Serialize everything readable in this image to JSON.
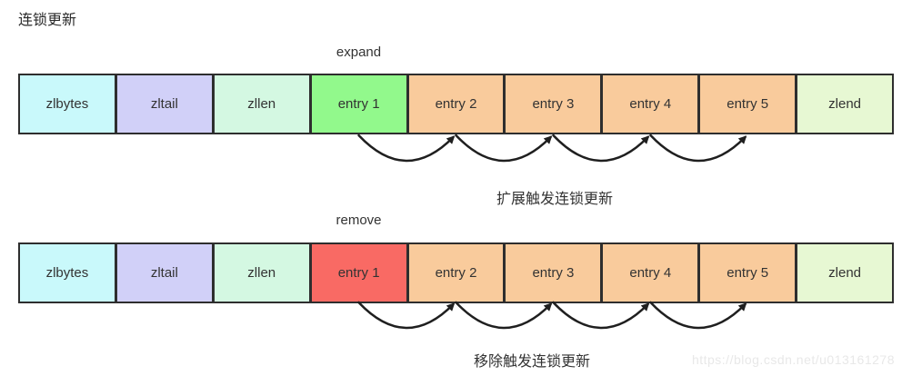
{
  "page": {
    "title": "连锁更新",
    "watermark": "https://blog.csdn.net/u013161278"
  },
  "colors": {
    "border": "#2e2e2e",
    "arrow": "#1f1f1f",
    "zlbytes": "#c9f9fb",
    "zltail": "#d1d0f8",
    "zllen": "#d4f8e2",
    "entry_expand": "#92f98c",
    "entry_remove": "#f96a64",
    "entry_default": "#f9cb9c",
    "zlend": "#e7f8d3"
  },
  "rows": [
    {
      "label": "expand",
      "caption": "扩展触发连锁更新",
      "cells": [
        {
          "label": "zlbytes",
          "color": "#c9f9fb"
        },
        {
          "label": "zltail",
          "color": "#d1d0f8"
        },
        {
          "label": "zllen",
          "color": "#d4f8e2"
        },
        {
          "label": "entry 1",
          "color": "#92f98c"
        },
        {
          "label": "entry 2",
          "color": "#f9cb9c"
        },
        {
          "label": "entry 3",
          "color": "#f9cb9c"
        },
        {
          "label": "entry 4",
          "color": "#f9cb9c"
        },
        {
          "label": "entry 5",
          "color": "#f9cb9c"
        },
        {
          "label": "zlend",
          "color": "#e7f8d3"
        }
      ]
    },
    {
      "label": "remove",
      "caption": "移除触发连锁更新",
      "cells": [
        {
          "label": "zlbytes",
          "color": "#c9f9fb"
        },
        {
          "label": "zltail",
          "color": "#d1d0f8"
        },
        {
          "label": "zllen",
          "color": "#d4f8e2"
        },
        {
          "label": "entry 1",
          "color": "#f96a64"
        },
        {
          "label": "entry 2",
          "color": "#f9cb9c"
        },
        {
          "label": "entry 3",
          "color": "#f9cb9c"
        },
        {
          "label": "entry 4",
          "color": "#f9cb9c"
        },
        {
          "label": "entry 5",
          "color": "#f9cb9c"
        },
        {
          "label": "zlend",
          "color": "#e7f8d3"
        }
      ]
    }
  ]
}
